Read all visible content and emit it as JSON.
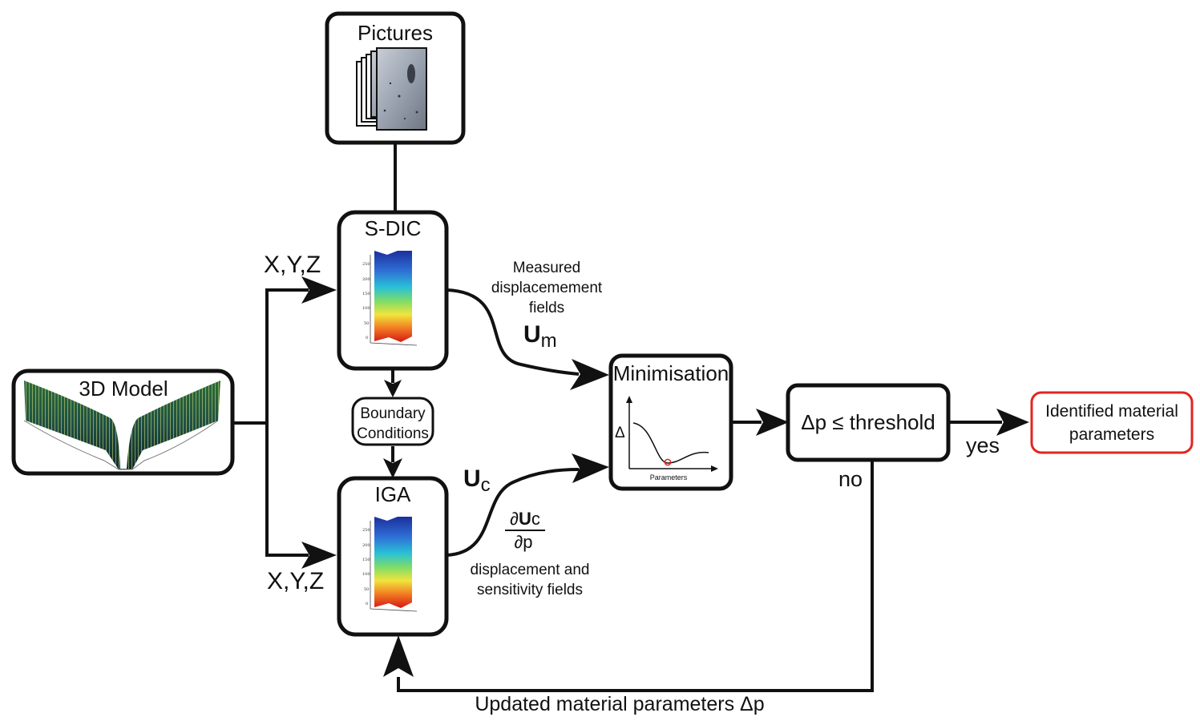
{
  "nodes": {
    "pictures": "Pictures",
    "model_3d": "3D Model",
    "sdic": "S-DIC",
    "boundary_line1": "Boundary",
    "boundary_line2": "Conditions",
    "iga": "IGA",
    "minimisation": "Minimisation",
    "threshold": "Δp ≤ threshold",
    "result_line1": "Identified material",
    "result_line2": "parameters"
  },
  "edge_labels": {
    "xyz_top": "X,Y,Z",
    "xyz_bottom": "X,Y,Z",
    "measured_line1": "Measured",
    "measured_line2": "displacemement",
    "measured_line3": "fields",
    "um_main": "U",
    "um_sub": "m",
    "uc_main": "U",
    "uc_sub": "c",
    "frac_num_prefix": "∂",
    "frac_num_bold": "U",
    "frac_num_suffix": "c",
    "frac_den": "∂p",
    "sensitivity_line1": "displacement and",
    "sensitivity_line2": "sensitivity fields",
    "yes": "yes",
    "no": "no",
    "feedback": "Updated material parameters Δp"
  },
  "minimisation_plot": {
    "y_symbol": "Δ",
    "x_label": "Parameters"
  },
  "field_plot_ticks": [
    "250",
    "200",
    "150",
    "100",
    "50",
    "0"
  ],
  "colors": {
    "stroke": "#111111",
    "result_border": "#e0261f",
    "minimum_marker": "#e0261f"
  }
}
